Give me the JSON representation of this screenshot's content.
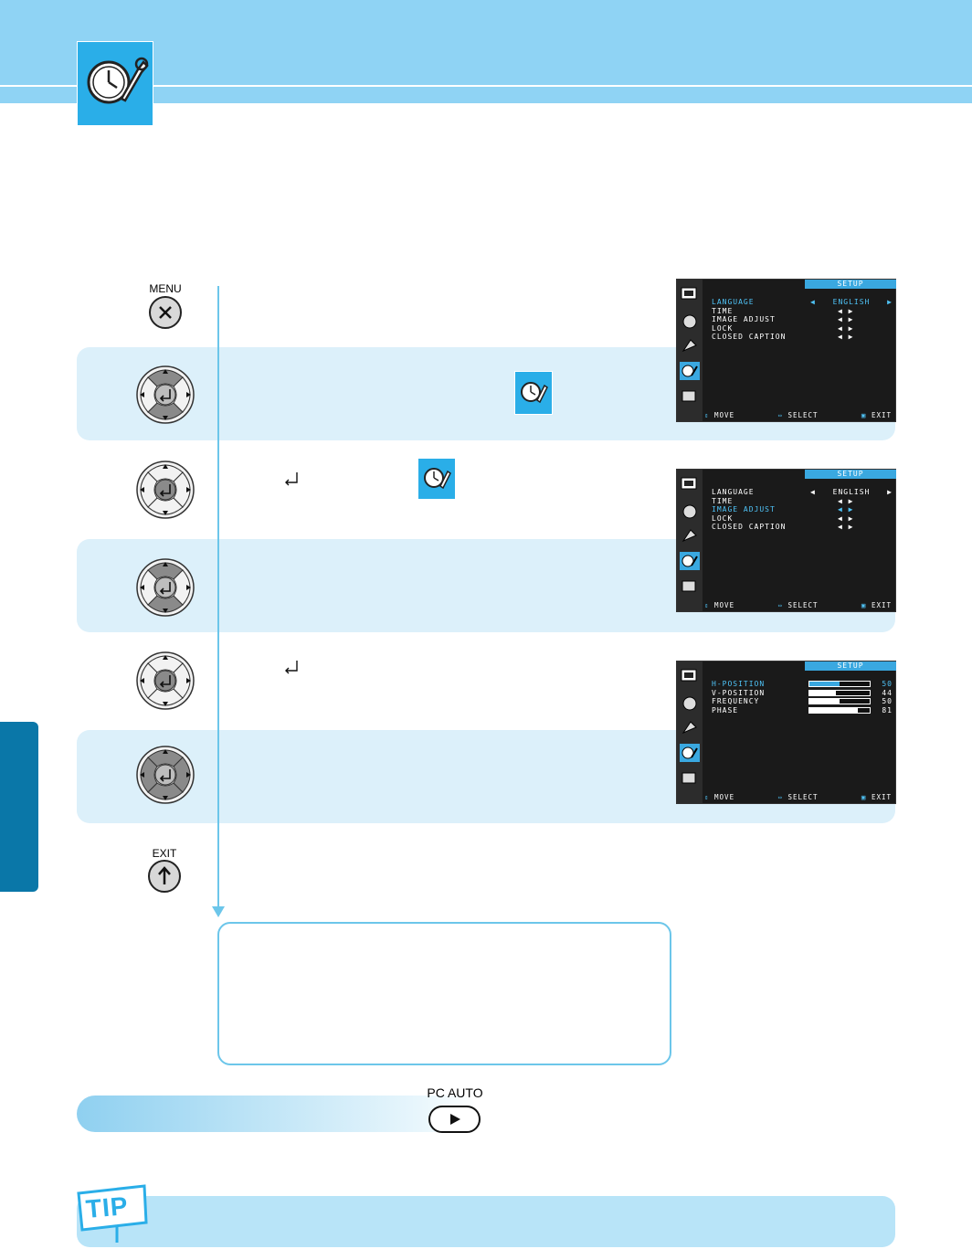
{
  "colors": {
    "header": "#8fd3f4",
    "accent": "#2aaee8",
    "band": "#dcf0fa",
    "tip": "#b8e4f8",
    "timeline": "#6cc6ea",
    "side_tab": "#0a77a8"
  },
  "icons": {
    "header": "setup-clock-wrench-icon",
    "tip": "tip-sign-icon"
  },
  "buttons": {
    "menu": "MENU",
    "exit": "EXIT",
    "pc_auto": "PC AUTO"
  },
  "osd1": {
    "title": "SETUP",
    "items": [
      "LANGUAGE",
      "TIME",
      "IMAGE ADJUST",
      "LOCK",
      "CLOSED CAPTION"
    ],
    "language_value": "ENGLISH",
    "footer": {
      "move": "MOVE",
      "select": "SELECT",
      "exit": "EXIT"
    }
  },
  "osd2": {
    "title": "SETUP",
    "items": [
      "LANGUAGE",
      "TIME",
      "IMAGE ADJUST",
      "LOCK",
      "CLOSED CAPTION"
    ],
    "language_value": "ENGLISH",
    "footer": {
      "move": "MOVE",
      "select": "SELECT",
      "exit": "EXIT"
    }
  },
  "osd3": {
    "title": "SETUP",
    "items": [
      "H-POSITION",
      "V-POSITION",
      "FREQUENCY",
      "PHASE"
    ],
    "values": [
      "50",
      "44",
      "50",
      "81"
    ],
    "footer": {
      "move": "MOVE",
      "select": "SELECT",
      "exit": "EXIT"
    }
  },
  "tip_label": "TIP"
}
